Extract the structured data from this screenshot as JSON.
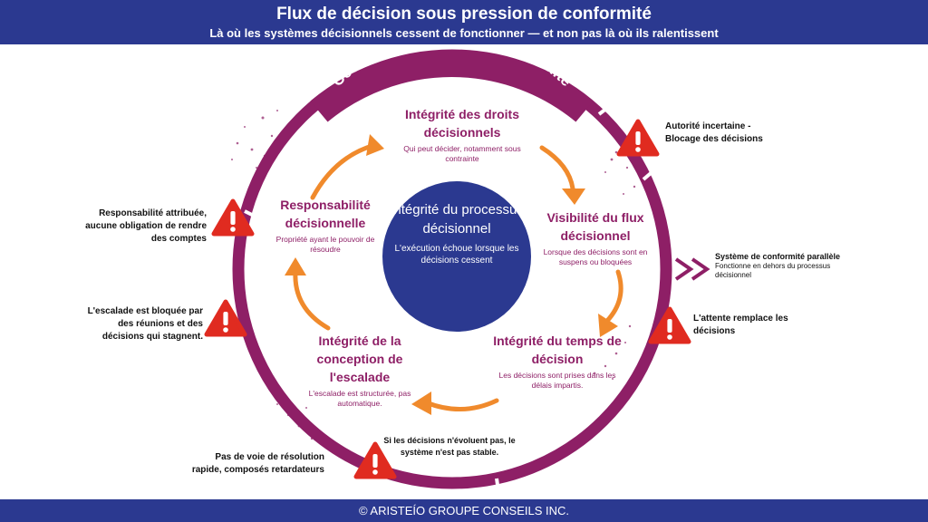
{
  "header": {
    "title": "Flux de décision sous pression de conformité",
    "subtitle": "Là où les systèmes décisionnels cessent de fonctionner — et non pas là où ils ralentissent"
  },
  "ring_label": "Couche de pression de conformité",
  "center": {
    "title": "Intégrité du processus décisionnel",
    "desc": "L'exécution échoue lorsque les décisions cessent"
  },
  "stages": [
    {
      "title": "Intégrité des droits décisionnels",
      "desc": "Qui peut décider, notamment sous contrainte"
    },
    {
      "title": "Visibilité du flux décisionnel",
      "desc": "Lorsque des décisions sont en suspens ou bloquées"
    },
    {
      "title": "Intégrité du temps de décision",
      "desc": "Les décisions sont prises dans les délais impartis."
    },
    {
      "title": "Intégrité de la conception de l'escalade",
      "desc": "L'escalade est structurée, pas automatique."
    },
    {
      "title": "Responsabilité décisionnelle",
      "desc": "Propriété ayant le pouvoir de résoudre"
    }
  ],
  "warnings": [
    {
      "text": "Autorité incertaine - Blocage des décisions"
    },
    {
      "text": "L'attente remplace les décisions"
    },
    {
      "text": "Pas de voie de résolution rapide, composés retardateurs"
    },
    {
      "text": "L'escalade est bloquée par des réunions et des décisions qui stagnent."
    },
    {
      "text": "Responsabilité attribuée, aucune obligation de rendre des comptes"
    }
  ],
  "parallel": {
    "title": "Système de conformité parallèle",
    "desc": "Fonctionne en dehors du processus décisionnel"
  },
  "bottom_note": "Si les décisions n'évoluent pas, le système n'est pas stable.",
  "footer": "© ARISTEÍO GROUPE CONSEILS INC.",
  "colors": {
    "navy": "#2b3990",
    "plum": "#8e1f66",
    "orange": "#f08a2c",
    "alert": "#e02b20"
  },
  "icons": [
    "warning-icon",
    "double-chevron-right-icon"
  ]
}
